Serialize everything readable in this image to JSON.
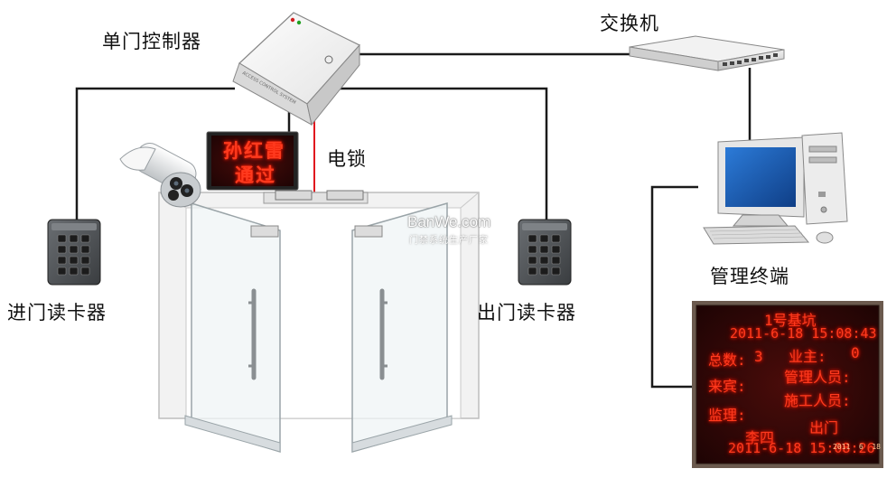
{
  "labels": {
    "controller": "单门控制器",
    "switch": "交换机",
    "electric_lock": "电锁",
    "entry_reader": "进门读卡器",
    "exit_reader": "出门读卡器",
    "terminal": "管理终端"
  },
  "controller_box_text": "ACCESS CONTROL SYSTEM",
  "door_sign": {
    "line1": "孙红雷",
    "line2": "通过"
  },
  "watermark": {
    "line1": "BanWe.com",
    "line2": "门禁系统生产厂家"
  },
  "led_board": {
    "title": "1号基坑",
    "datetime": "2011-6-18 15:08:43",
    "total_label": "总数:",
    "total_value": "3",
    "owner_label": "业主:",
    "owner_value": "0",
    "guest_label": "来宾:",
    "manager_label": "管理人员:",
    "supervisor_label": "监理:",
    "worker_label": "施工人员:",
    "person_name": "李四",
    "person_action": "出门",
    "bottom_datetime": "2011-6-18 15:08:26",
    "photo_stamp": "2011  6  18"
  },
  "colors": {
    "wire": "#1a1a1a",
    "lock_wire": "#e0141e",
    "led_text": "#ff3a1e",
    "led_bg": "#3a0808",
    "monitor_screen": "#1a5fb4"
  }
}
